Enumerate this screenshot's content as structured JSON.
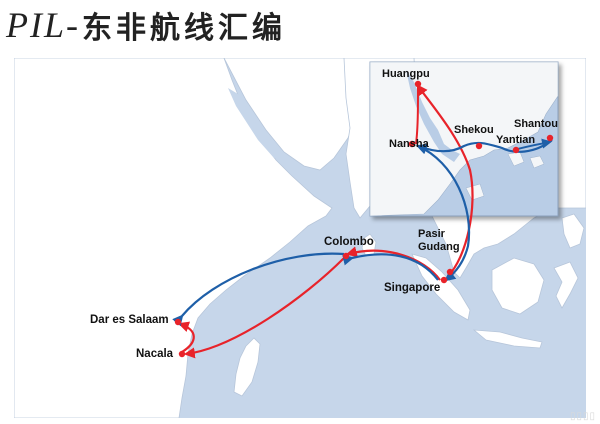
{
  "title": {
    "latin": "PIL-",
    "cjk": "东非航线汇编"
  },
  "ports": {
    "huangpu": "Huangpu",
    "nansha": "Nansha",
    "shekou": "Shekou",
    "yantian": "Yantian",
    "shantou": "Shantou",
    "pasir_gudang": "Pasir\nGudang",
    "singapore": "Singapore",
    "colombo": "Colombo",
    "dar_es_salaam": "Dar es Salaam",
    "nacala": "Nacala"
  },
  "colors": {
    "sea": "#c6d6ea",
    "land": "#ffffff",
    "route_red": "#e8232a",
    "route_blue": "#1e5fa8",
    "port_dot": "#e8232a",
    "inset_sea": "#b9cde6",
    "inset_land": "#f4f6f8"
  },
  "icons": {
    "port_marker": "red-dot",
    "route_arrow": "arrowhead"
  }
}
